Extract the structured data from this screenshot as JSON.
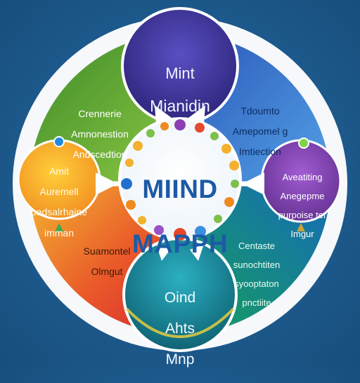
{
  "diagram": {
    "center": {
      "lines": [
        "MIIND",
        "MAPPH"
      ]
    },
    "nodes": {
      "top": {
        "lines": [
          "Mint",
          "Mianidin"
        ]
      },
      "upper_left": {
        "lines": [
          "Crennerie",
          "Amnonestion",
          "Andscedtion"
        ]
      },
      "upper_right": {
        "lines": [
          "Tdoumto",
          "Amepomel g",
          "Imtiection"
        ]
      },
      "left": {
        "lines": [
          "Amit",
          "Auremell",
          "padsalrhaine",
          "imman"
        ]
      },
      "right": {
        "lines": [
          "Aveatiting",
          "Anegepme",
          "purpoise ter",
          "Imgur"
        ]
      },
      "lower_left": {
        "lines": [
          "Suamontel",
          "Olmgut"
        ]
      },
      "lower_right": {
        "lines": [
          "Centaste",
          "sunochtiten",
          "syooptaton",
          "pnctiite"
        ]
      },
      "bottom": {
        "lines": [
          "Oind",
          "Ahts",
          "Mnp"
        ]
      }
    },
    "colors": {
      "background": "#1f5e93",
      "ring": "#ffffff",
      "top": "#3b2c93",
      "upper_left": "#63b737",
      "upper_right": "#2f7bd3",
      "left": "#f2a22b",
      "right": "#7d3fa7",
      "lower_left": "#e8452c",
      "lower_right": "#0e8c4a",
      "bottom": "#1b7c8f",
      "center_text": "#1c5aa6"
    }
  }
}
